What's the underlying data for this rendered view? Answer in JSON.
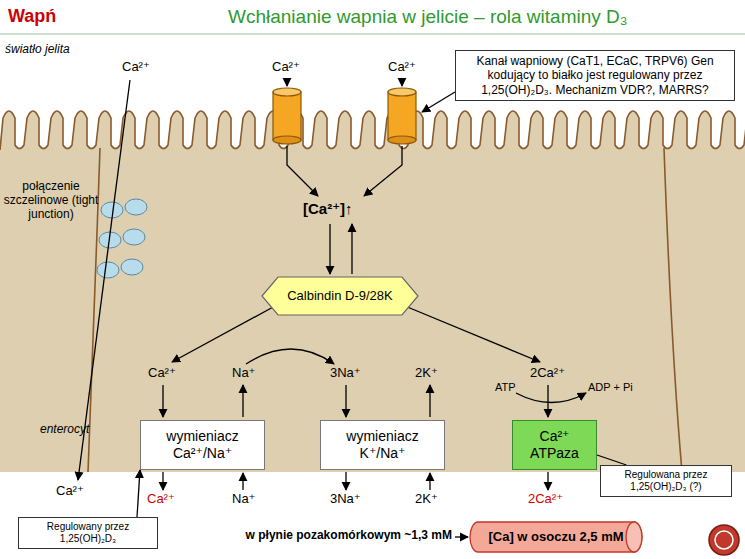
{
  "diagram": {
    "title": "Wchłanianie wapnia w jelicie – rola witaminy D₃",
    "nodes": [
      {
        "text": [
          "Kanał wapniowy (CaT1, ECaC, TRPV6) Gen kodujący to białko jest regulowany przez 1,25(OH)₂D₃. Mechanizm VDR?, MARRS?"
        ]
      },
      {
        "text": [
          "Calbindin D-9/28K"
        ]
      },
      {
        "text": [
          "wymieniacz Ca²⁺/Na⁺"
        ]
      },
      {
        "text": [
          "wymieniacz K⁺/Na⁺"
        ]
      },
      {
        "text": [
          "Ca²⁺ ATPaza"
        ]
      },
      {
        "text": [
          "Regulowana przez 1,25(OH)₂D₃ (?)"
        ]
      },
      {
        "text": [
          "Regulowany przez 1,25(OH)₂D₃"
        ]
      },
      {
        "text": [
          "[Ca] w osoczu 2,5 mM"
        ]
      }
    ],
    "edges": [
      {
        "from": 6,
        "to": 2,
        "arrow": "to"
      },
      {
        "from": 5,
        "to": 4,
        "arrow": "none"
      }
    ],
    "labels": [
      "Wapń",
      "światło jelita",
      "Ca²⁺",
      "Ca²⁺",
      "Ca²⁺",
      "połączenie szczelinowe (tight junction)",
      "[Ca²⁺]↑",
      "Ca²⁺",
      "Na⁺",
      "3Na⁺",
      "2K⁺",
      "2Ca²⁺",
      "ATP",
      "ADP + Pi",
      "enterocyt",
      "Ca²⁺",
      "Ca²⁺",
      "Na⁺",
      "3Na⁺",
      "2K⁺",
      "2Ca²⁺",
      "w płynie pozakomórkowym ~1,3 mM"
    ]
  }
}
